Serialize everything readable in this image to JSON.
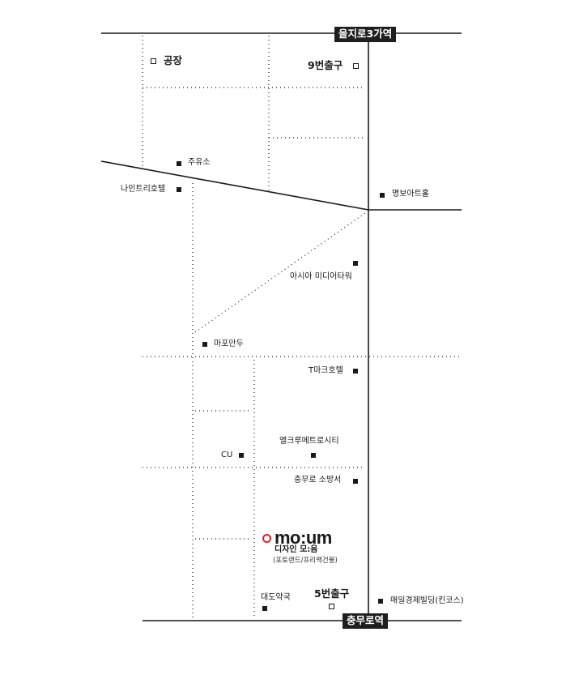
{
  "stations": {
    "north": "을지로3가역",
    "south": "충무로역"
  },
  "exits": {
    "exit9": "9번출구",
    "exit5": "5번출구"
  },
  "landmarks": {
    "factory": "공장",
    "gas_station": "주유소",
    "nine_tree_hotel": "나인트리호텔",
    "myungbo_art_hall": "명보아트홀",
    "asia_media_tower": "아시아 미디어타워",
    "mapo_mandu": "마포만두",
    "t_mark_hotel": "T마크호텔",
    "el_crew_metro_city": "엘크루메트로시티",
    "cu": "CU",
    "chungmuro_fire_station": "충무로 소방서",
    "daedo_pharmacy": "대도약국",
    "maeil_economy_building": "매일경제빌딩(킨코스)"
  },
  "destination": {
    "logo": "mo:um",
    "name": "디자인 모:음",
    "detail": "(포토랜드/프리맥건물)",
    "accent_color": "#e0202a"
  },
  "icons": {
    "landmark_marker": "filled-square-icon",
    "exit_marker": "outlined-square-icon",
    "destination_marker": "red-ring-icon"
  }
}
